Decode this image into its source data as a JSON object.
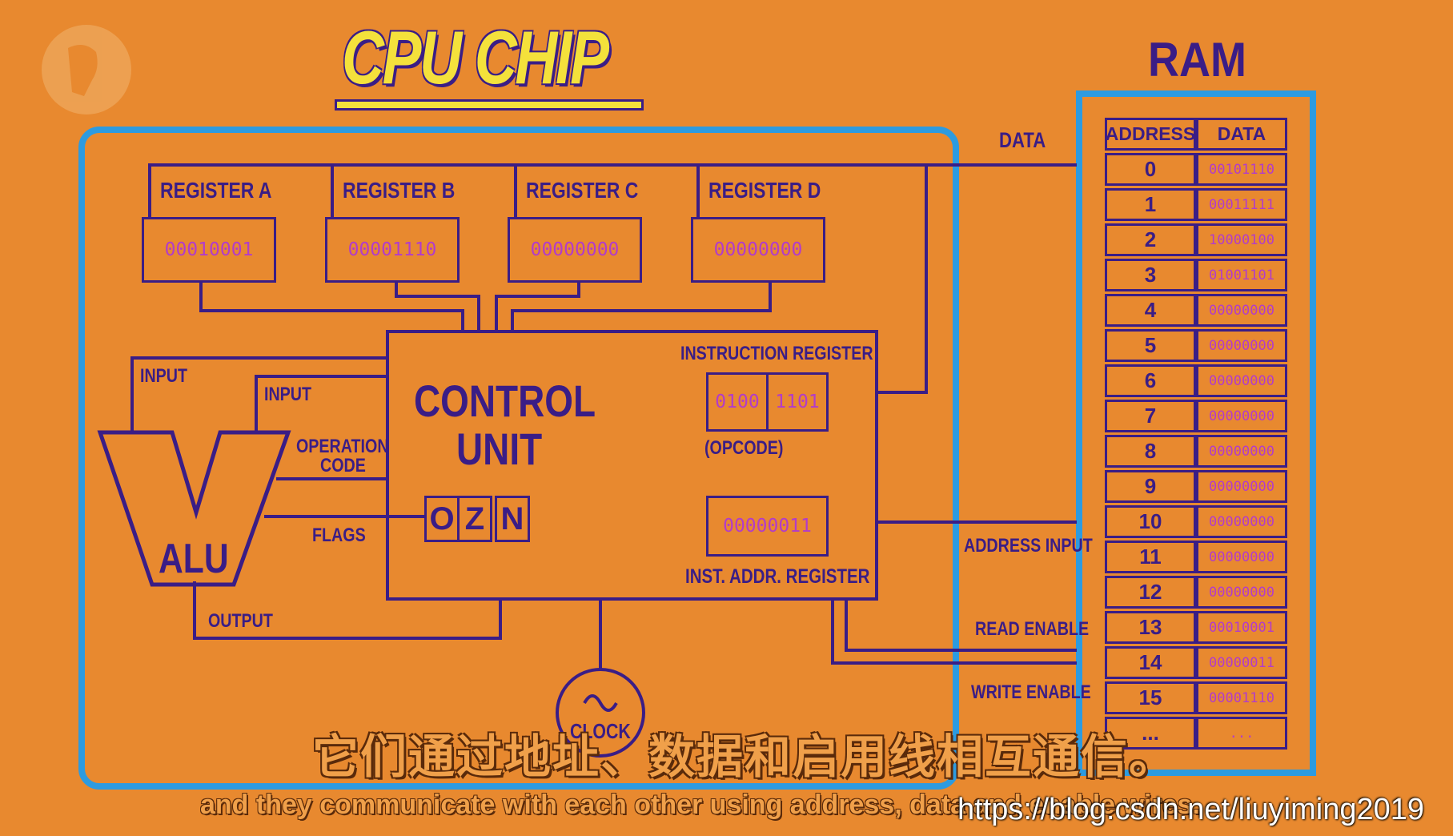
{
  "title": "CPU CHIP",
  "ram_title": "RAM",
  "registers": [
    {
      "label": "REGISTER A",
      "value": "00010001"
    },
    {
      "label": "REGISTER B",
      "value": "00001110"
    },
    {
      "label": "REGISTER C",
      "value": "00000000"
    },
    {
      "label": "REGISTER D",
      "value": "00000000"
    }
  ],
  "control_unit": {
    "line1": "CONTROL",
    "line2": "UNIT"
  },
  "instruction_register": {
    "label": "INSTRUCTION REGISTER",
    "opcode": "0100",
    "operand": "1101",
    "opcode_label": "(OPCODE)"
  },
  "inst_addr_register": {
    "label": "INST. ADDR. REGISTER",
    "value": "00000011"
  },
  "flags": [
    "O",
    "Z",
    "N"
  ],
  "alu": {
    "label": "ALU",
    "input_a": "INPUT",
    "input_b": "INPUT",
    "operation_code_line1": "OPERATION",
    "operation_code_line2": "CODE",
    "flags": "FLAGS",
    "output": "OUTPUT"
  },
  "clock_label": "CLOCK",
  "bus_labels": {
    "data": "DATA",
    "address_input": "ADDRESS INPUT",
    "read_enable": "READ ENABLE",
    "write_enable": "WRITE ENABLE"
  },
  "ram": {
    "headers": [
      "ADDRESS",
      "DATA"
    ],
    "rows": [
      {
        "address": "0",
        "data": "00101110"
      },
      {
        "address": "1",
        "data": "00011111"
      },
      {
        "address": "2",
        "data": "10000100"
      },
      {
        "address": "3",
        "data": "01001101"
      },
      {
        "address": "4",
        "data": "00000000"
      },
      {
        "address": "5",
        "data": "00000000"
      },
      {
        "address": "6",
        "data": "00000000"
      },
      {
        "address": "7",
        "data": "00000000"
      },
      {
        "address": "8",
        "data": "00000000"
      },
      {
        "address": "9",
        "data": "00000000"
      },
      {
        "address": "10",
        "data": "00000000"
      },
      {
        "address": "11",
        "data": "00000000"
      },
      {
        "address": "12",
        "data": "00000000"
      },
      {
        "address": "13",
        "data": "00010001"
      },
      {
        "address": "14",
        "data": "00000011"
      },
      {
        "address": "15",
        "data": "00001110"
      },
      {
        "address": "...",
        "data": "..."
      }
    ]
  },
  "subtitle_zh": "它们通过地址、数据和启用线相互通信。",
  "subtitle_en": "and they communicate with each other using address, data and enable wires.",
  "watermark": "https://blog.csdn.net/liuyiming2019"
}
